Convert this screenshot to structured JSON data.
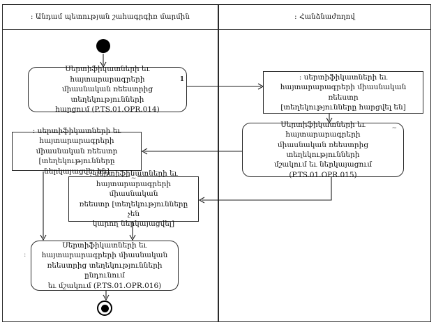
{
  "lanes": [
    {
      "label": ": Անդամ պետության շահագրգիռ մարմին"
    },
    {
      "label": ": Հանձնաժողով"
    }
  ],
  "nodes": {
    "activity_request": {
      "text": "Սերտիֆիկատների եւ հայտարարագրերի\nմիասնական ռեեստրից տեղեկությունների\nհարցում (P.TS.01.OPR.014)",
      "marker": "1"
    },
    "object_info_requested": {
      "text": ": սերտիֆիկատների եւ\nհայտարարագրերի միասնական ռեեստր\n[տեղեկությունները հարցվել են]"
    },
    "activity_process_present": {
      "text": "Սերտիֆիկատների եւ հայտարարագրերի\nմիասնական ռեեստրից տեղեկությունների\nմշակում եւ ներկայացում (P.TS.01.OPR.015)",
      "marker": "~"
    },
    "object_info_presented": {
      "text": ": սերտիֆիկատների եւ\nհայտարարագրերի միասնական ռեեստր\n[տեղեկությունները ներկայացվել են]"
    },
    "object_info_not_presentable": {
      "text": ": սերտիֆիկատների եւ\nհայտարարագրերի միասնական\nռեեստր [տեղեկությունները չեն\nկարող ներկայացվել]",
      "marker": "~"
    },
    "activity_receive_process": {
      "text": "Սերտիֆիկատների եւ\nհայտարարագրերի միասնական\nռեեստրից տեղեկությունների ընդունում\nեւ մշակում (P.TS.01.OPR.016)",
      "marker": ":"
    }
  }
}
